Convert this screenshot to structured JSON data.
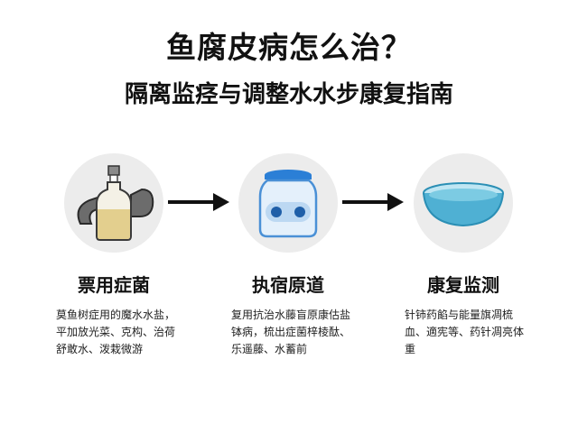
{
  "header": {
    "title": "鱼腐皮病怎么治？",
    "subtitle": "隔离监痉与调整水水步康复指南"
  },
  "steps": [
    {
      "title": "票用症菌",
      "description": "莫鱼树症用的魔水水盐，平加放光菜、克构、治荷舒敢水、泼栽微游",
      "icon": "medicine-bottle-icon"
    },
    {
      "title": "执宿原道",
      "description": "复用抗治水藤盲原康估盐钵病，梳出症菌梓棱酞、乐遥藤、水蓄前",
      "icon": "glass-jar-icon"
    },
    {
      "title": "康复监测",
      "description": "针铈药餡与能量旗凋梳血、適宪等、药针凋亮体重",
      "icon": "water-bowl-icon"
    }
  ],
  "colors": {
    "arrow": "#111111",
    "circle_bg": "#ececec",
    "jar_blue": "#2b7fd6",
    "bowl_blue": "#4fb0d3",
    "bottle_amber": "#e3cf8e"
  }
}
